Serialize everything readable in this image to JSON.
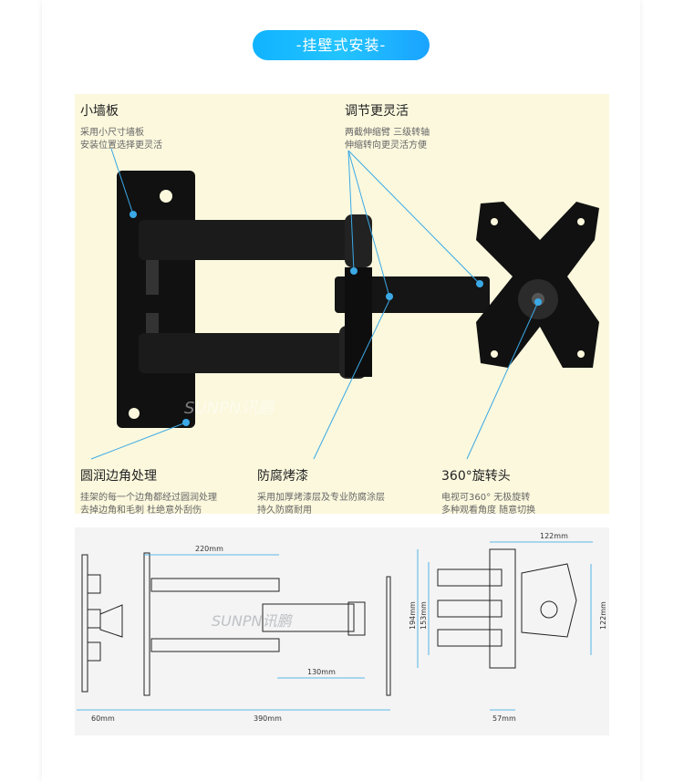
{
  "header": {
    "title": "-挂壁式安装-"
  },
  "colors": {
    "accent": "#1ab4ff",
    "photo_bg": "#fbf8dd",
    "pointer": "#3aa9e6"
  },
  "watermark": "SUNPN讯鹏",
  "callouts": {
    "small_plate": {
      "title": "小墙板",
      "lines": [
        "采用小尺寸墙板",
        "安装位置选择更灵活"
      ]
    },
    "flexible": {
      "title": "调节更灵活",
      "lines": [
        "两截伸缩臂  三级转轴",
        "伸缩转向更灵活方便"
      ]
    },
    "rounded": {
      "title": "圆润边角处理",
      "lines": [
        "挂架的每一个边角都经过圆润处理",
        "去掉边角和毛刺  杜绝意外刮伤"
      ]
    },
    "anticorrosion": {
      "title": "防腐烤漆",
      "lines": [
        "采用加厚烤漆层及专业防腐涂层",
        "持久防腐耐用"
      ]
    },
    "rotation": {
      "title": "360°旋转头",
      "lines": [
        "电视可360°  无极旋转",
        "多种观看角度  随意切换"
      ]
    }
  },
  "dimensions": {
    "d220": "220mm",
    "d130": "130mm",
    "d390": "390mm",
    "d60": "60mm",
    "d122_top": "122mm",
    "d194": "194mm",
    "d153": "153mm",
    "d122_right": "122mm",
    "d57": "57mm"
  }
}
